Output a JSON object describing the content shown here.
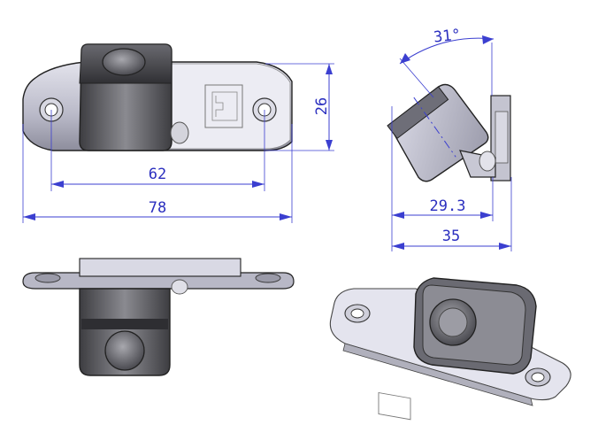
{
  "dimensions": {
    "top_view_width": "62",
    "top_view_overall": "78",
    "top_view_height": "26",
    "side_view_angle": "31°",
    "side_view_depth": "29.3",
    "side_view_overall": "35"
  },
  "colors": {
    "dimension": "#2b2fbf",
    "bracket_fill": "#c9c9d6",
    "housing_dark": "#4a4a4e",
    "housing_mid": "#8c8c92",
    "translucent": "#e6e6ee"
  }
}
